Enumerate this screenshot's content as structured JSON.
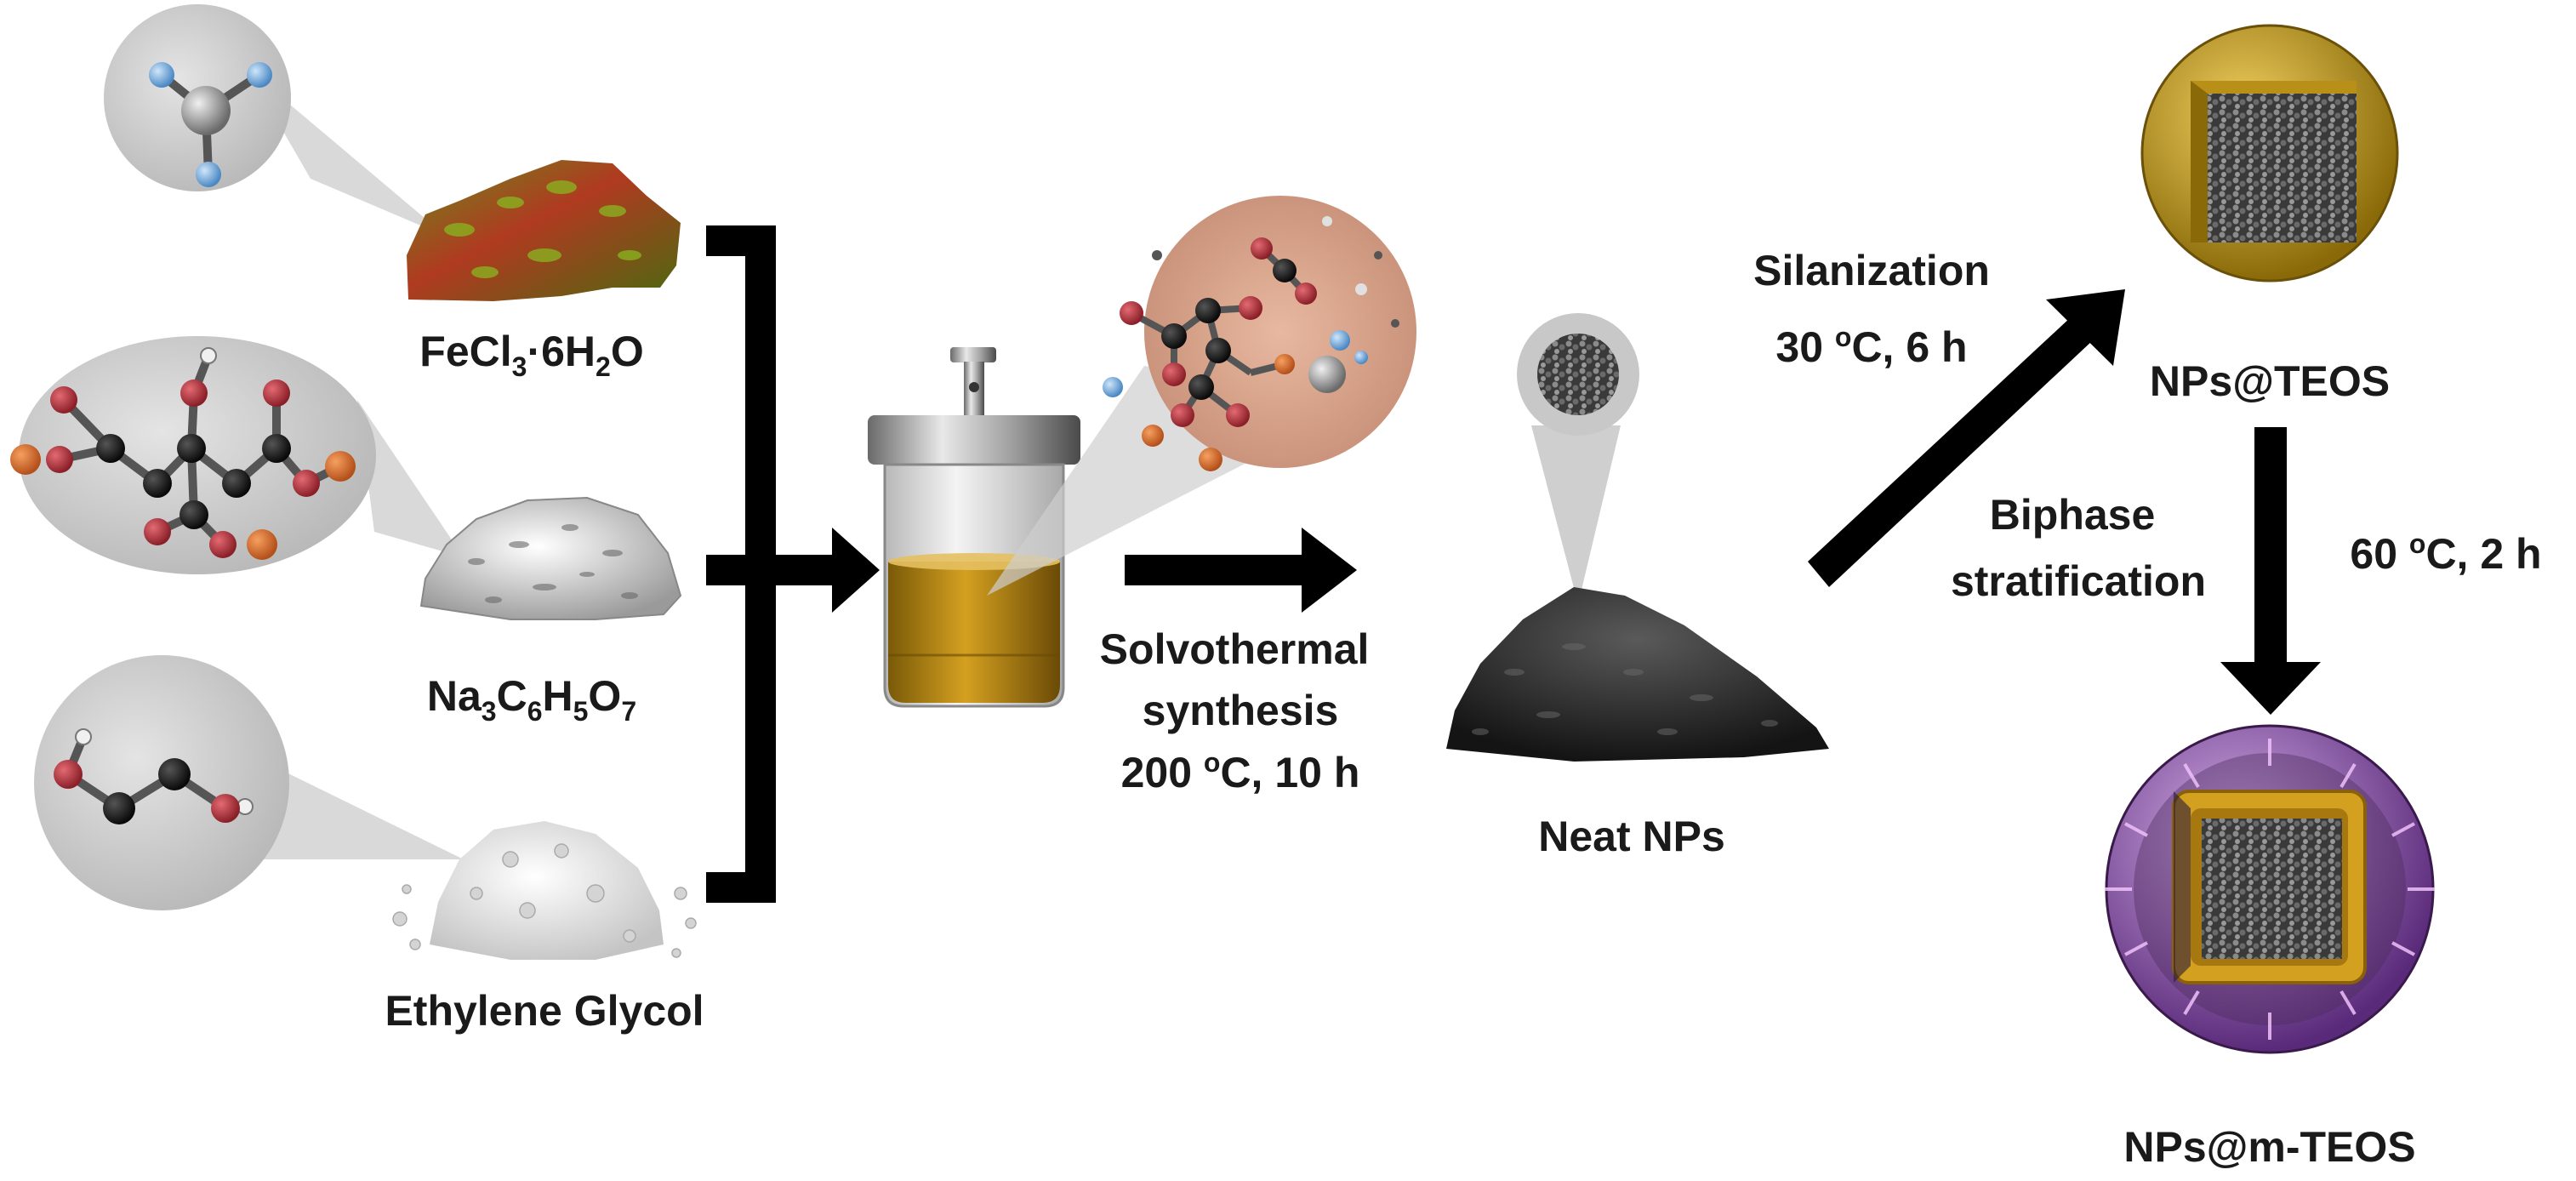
{
  "reagents": {
    "fecl3": {
      "base": "FeCl",
      "sub1": "3",
      "mid": "·6H",
      "sub2": "2",
      "end": "O"
    },
    "citrate": {
      "p1": "Na",
      "s1": "3",
      "p2": "C",
      "s2": "6",
      "p3": "H",
      "s3": "5",
      "p4": "O",
      "s4": "7"
    },
    "glycol": "Ethylene Glycol"
  },
  "steps": {
    "solvothermal": {
      "line1": "Solvothermal",
      "line2": "synthesis",
      "temp": "200 ",
      "deg": "o",
      "rest": "C, 10 h"
    },
    "silanization": {
      "line1": "Silanization",
      "temp": "30 ",
      "deg": "o",
      "rest": "C, 6 h"
    },
    "biphase": {
      "line1": "Biphase",
      "line2": "stratification"
    },
    "etching": {
      "temp": "60 ",
      "deg": "o",
      "rest": "C, 2 h"
    }
  },
  "products": {
    "neat": "Neat NPs",
    "teos": "NPs@TEOS",
    "mteos": "NPs@m-TEOS"
  },
  "colors": {
    "arrow": "#000000",
    "iron_red": "#c0392b",
    "iron_green": "#7a9a2a",
    "oxygen": "#c0404a",
    "sodium": "#e07830",
    "carbon": "#1a1a1a",
    "chlorine": "#7ab0e0",
    "teos_gold": "#d9b028",
    "mteos_purple": "#a070c0",
    "liquid": "#b8860b",
    "bubble": "#c9c9c9"
  }
}
